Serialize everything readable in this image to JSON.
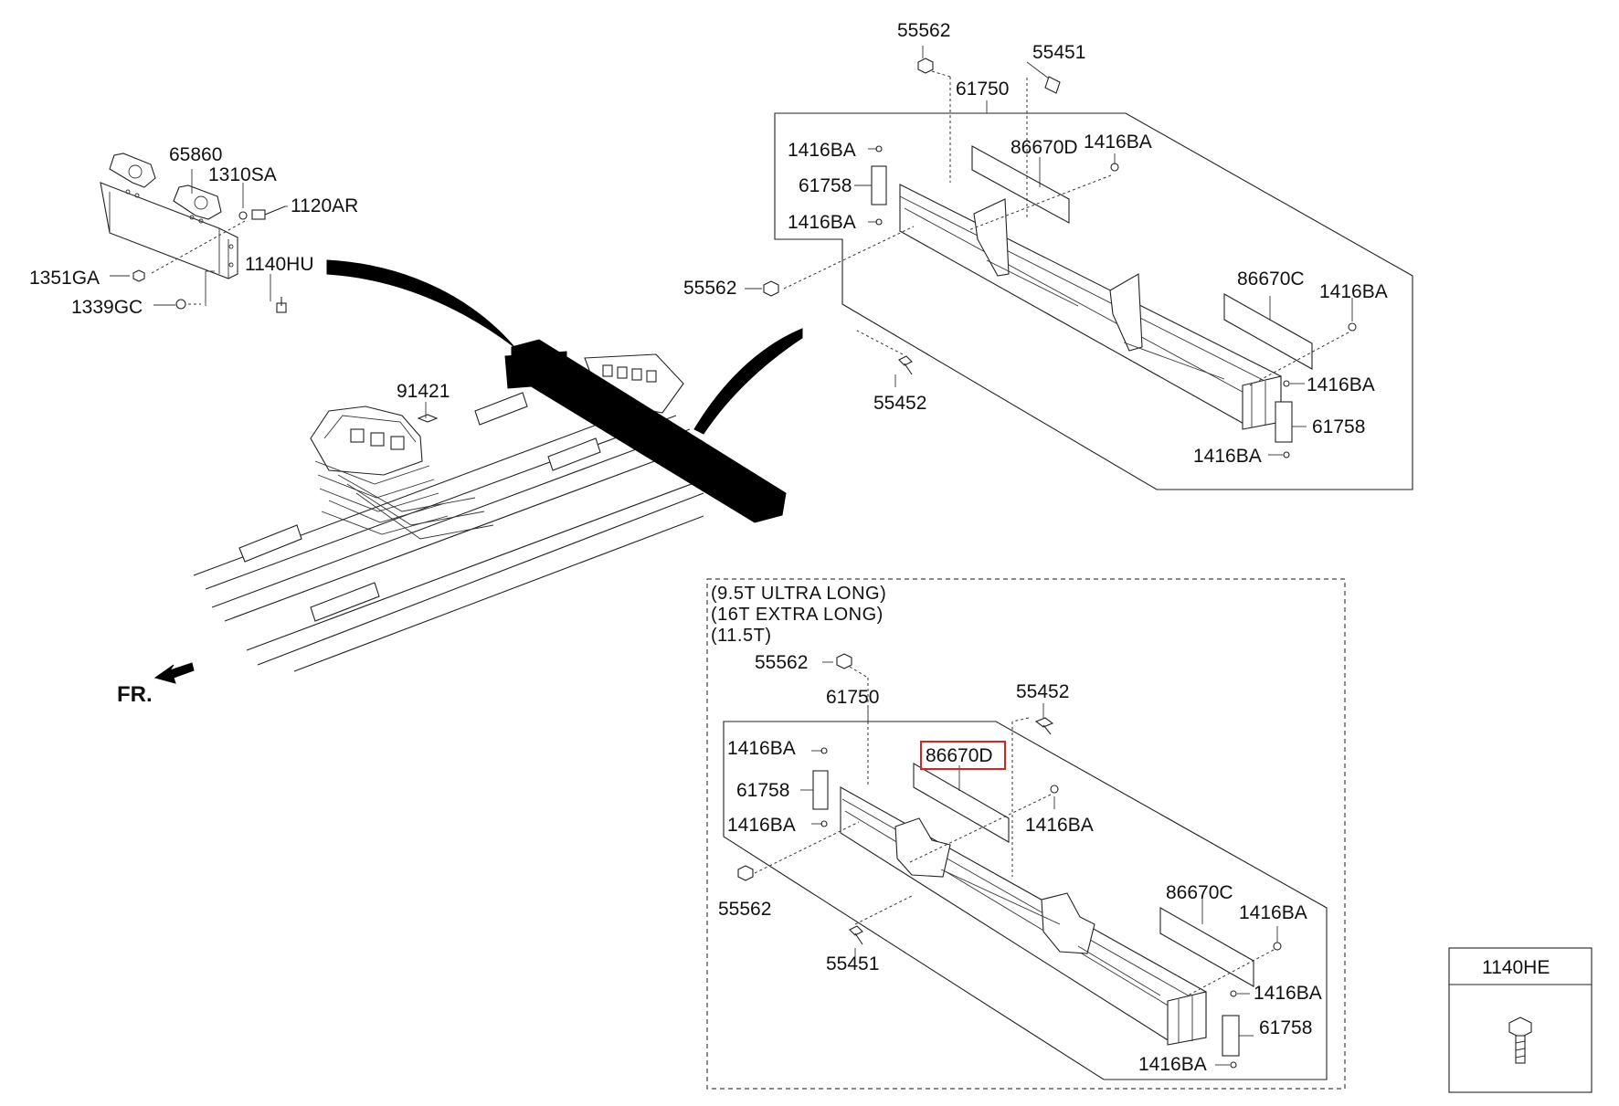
{
  "diagram": {
    "front_label": "FR.",
    "left_group": {
      "labels": [
        "65860",
        "1310SA",
        "1120AR",
        "1140HU",
        "1351GA",
        "1339GC"
      ],
      "frame_label": "91421"
    },
    "upper_group": {
      "labels": [
        "55562",
        "55451",
        "61750",
        "1416BA",
        "86670D",
        "1416BA",
        "61758",
        "1416BA",
        "55562",
        "86670C",
        "1416BA",
        "55452",
        "1416BA",
        "61758",
        "1416BA"
      ]
    },
    "lower_group": {
      "variants": [
        "(9.5T ULTRA LONG)",
        "(16T EXTRA LONG)",
        "(11.5T)"
      ],
      "labels": [
        "55562",
        "61750",
        "55452",
        "1416BA",
        "86670D",
        "61758",
        "1416BA",
        "1416BA",
        "55562",
        "55451",
        "86670C",
        "1416BA",
        "1416BA",
        "61758",
        "1416BA"
      ],
      "highlighted": "86670D",
      "highlight_color": "#e0201a"
    },
    "legend": {
      "part_number": "1140HE",
      "icon": "bolt-icon"
    }
  }
}
